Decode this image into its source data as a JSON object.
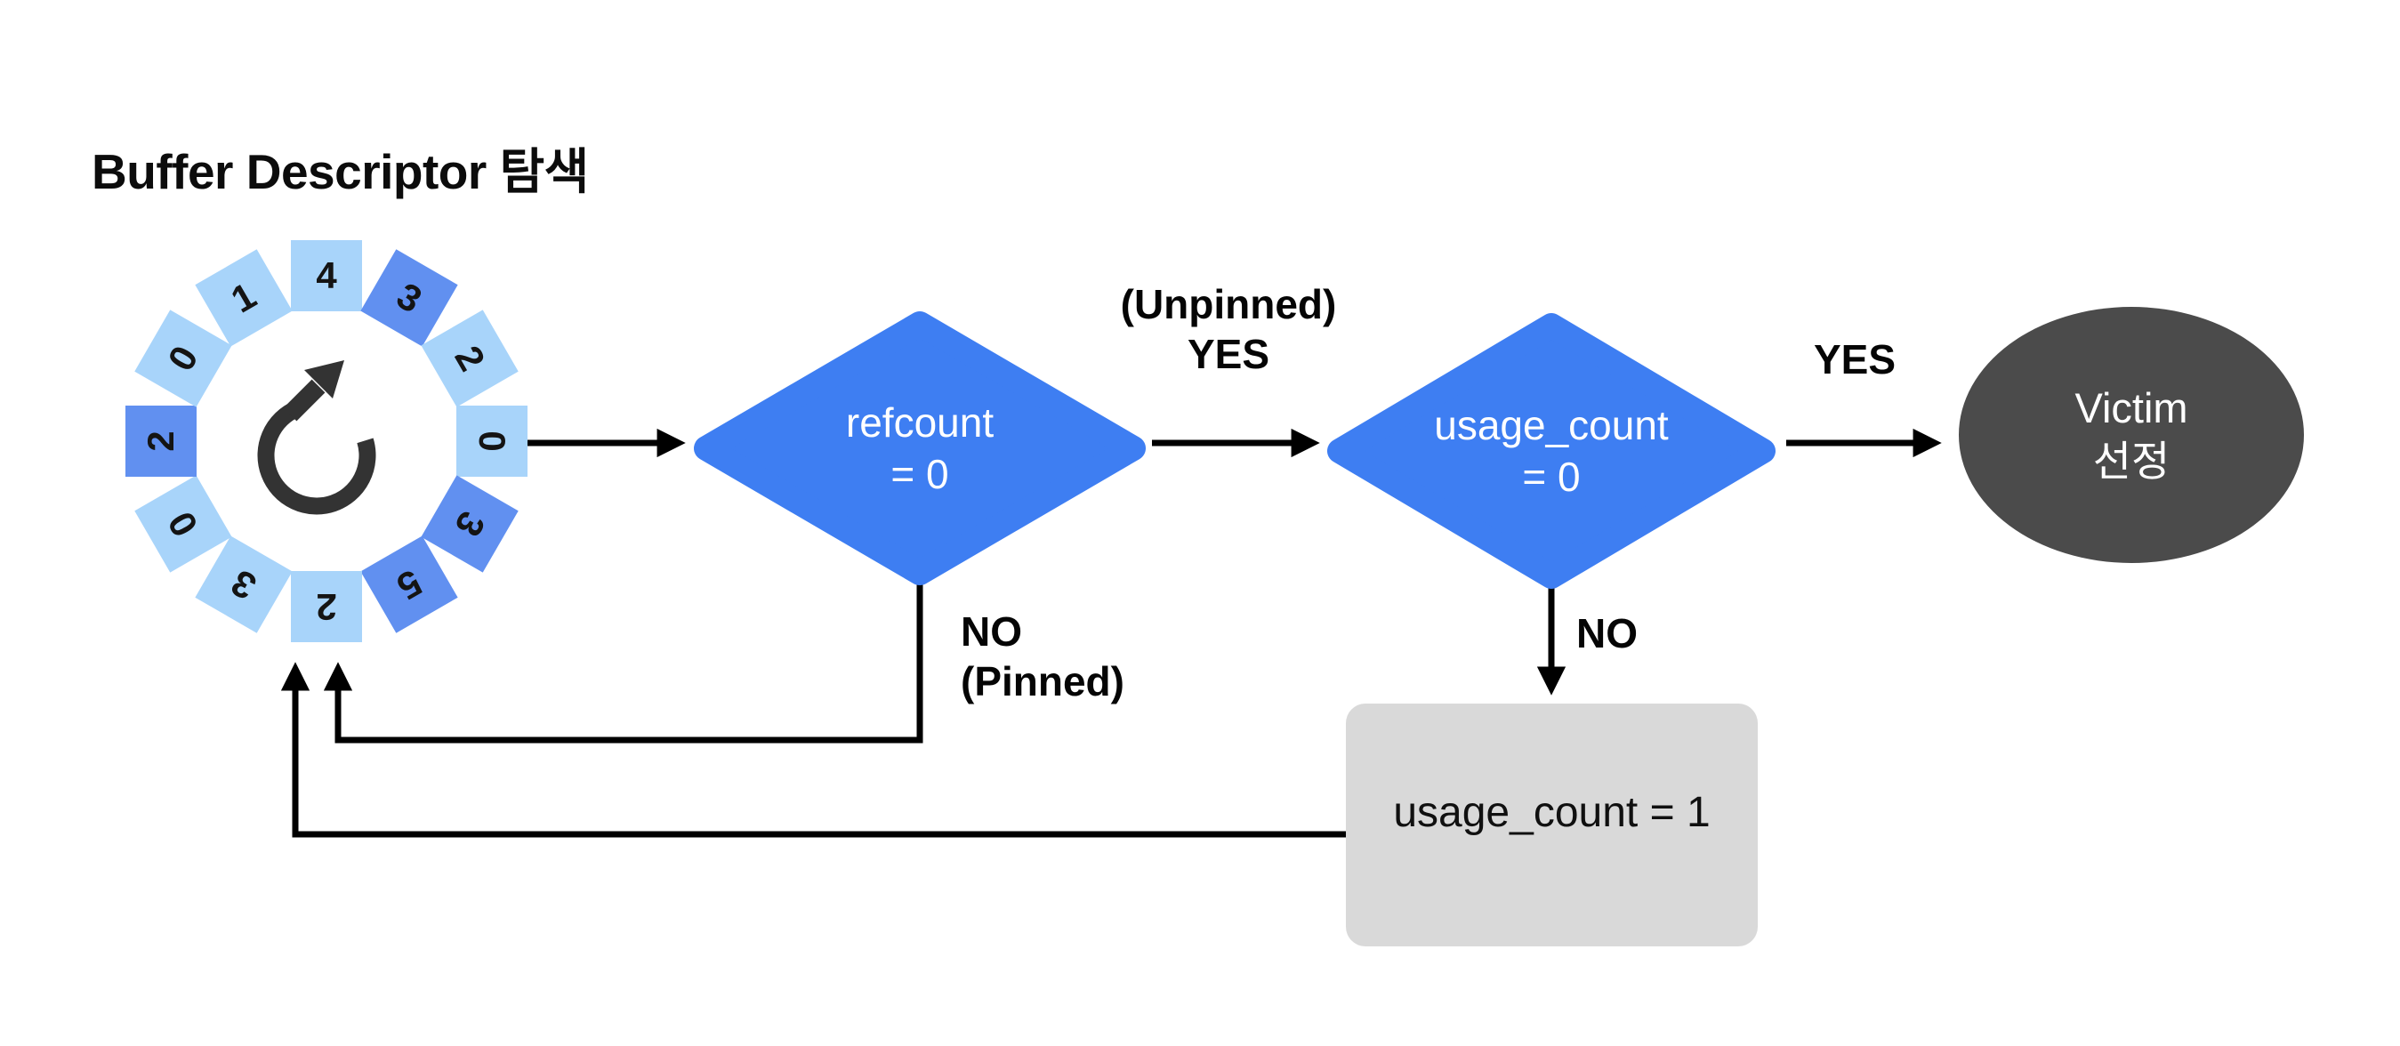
{
  "title": "Buffer Descriptor 탐색",
  "colors": {
    "background": "#ffffff",
    "slot_light": "#a8d4fa",
    "slot_dark": "#6190f0",
    "diamond": "#3e7ef2",
    "diamond_text": "#ffffff",
    "ellipse": "#4b4b4b",
    "ellipse_text": "#ffffff",
    "box_fill": "#d9d9d9",
    "box_text": "#101010",
    "line": "#000000",
    "icon": "#333333"
  },
  "clock": {
    "center_icon": "rotate-clockwise-icon",
    "slots": [
      {
        "value": "4",
        "shade": "light"
      },
      {
        "value": "3",
        "shade": "dark"
      },
      {
        "value": "2",
        "shade": "light"
      },
      {
        "value": "0",
        "shade": "light"
      },
      {
        "value": "3",
        "shade": "dark"
      },
      {
        "value": "5",
        "shade": "dark"
      },
      {
        "value": "2",
        "shade": "light"
      },
      {
        "value": "3",
        "shade": "light"
      },
      {
        "value": "0",
        "shade": "light"
      },
      {
        "value": "2",
        "shade": "dark"
      },
      {
        "value": "0",
        "shade": "light"
      },
      {
        "value": "1",
        "shade": "light"
      }
    ]
  },
  "nodes": {
    "refcount_decision": {
      "line1": "refcount",
      "line2": "= 0"
    },
    "usage_decision": {
      "line1": "usage_count",
      "line2": "= 0"
    },
    "victim": {
      "line1": "Victim",
      "line2": "선정"
    },
    "usage_reset": {
      "label": "usage_count = 1"
    }
  },
  "edge_labels": {
    "unpinned_yes_line1": "(Unpinned)",
    "unpinned_yes_line2": "YES",
    "pinned_no_line1": "NO",
    "pinned_no_line2": "(Pinned)",
    "usage_no": "NO",
    "victim_yes": "YES"
  }
}
